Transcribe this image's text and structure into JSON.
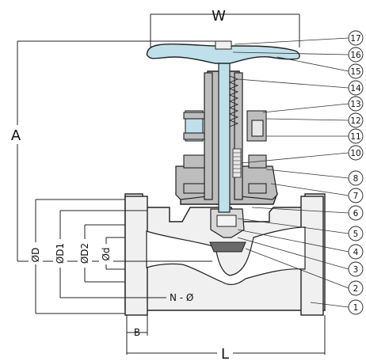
{
  "dimensions": {
    "w": "W",
    "a": "A",
    "l": "L",
    "b": "B",
    "n_phi": "N - Ø",
    "od": "ØD",
    "od1": "ØD1",
    "od2": "ØD2",
    "od_small": "Ød"
  },
  "callouts": [
    "17",
    "16",
    "15",
    "14",
    "13",
    "12",
    "11",
    "10",
    "8",
    "7",
    "6",
    "5",
    "4",
    "3",
    "2",
    "1"
  ],
  "colors": {
    "body_fill": "#f0f0f0",
    "stem_fill": "#bfe0ea",
    "outline": "#222222",
    "dark_fill": "#6b6b6b"
  }
}
